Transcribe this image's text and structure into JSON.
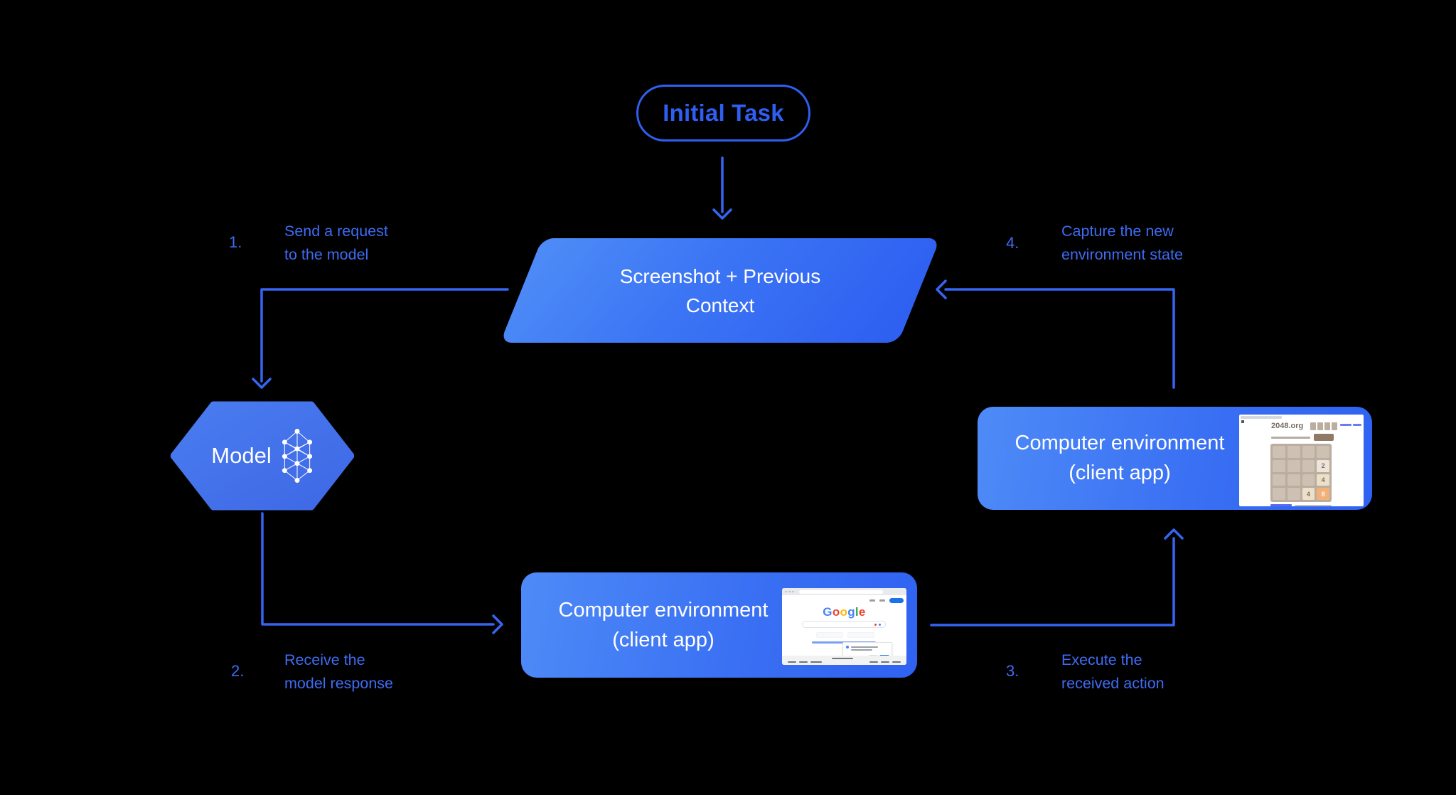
{
  "colors": {
    "background": "#000000",
    "arrow_blue": "#3565f2",
    "label_blue": "#3e6cf3",
    "pill_blue": "#2f5ff2",
    "node_gradient_start": "#4e8bf7",
    "node_gradient_end": "#2f62f1",
    "node_text": "#ffffff"
  },
  "nodes": {
    "initial_task": {
      "label": "Initial Task"
    },
    "screenshot_context": {
      "line1": "Screenshot + Previous",
      "line2": "Context"
    },
    "model": {
      "label": "Model",
      "icon": "neural-network-icon"
    },
    "env_bottom": {
      "line1": "Computer environment",
      "line2": "(client app)",
      "thumbnail": "google-search-page"
    },
    "env_right": {
      "line1": "Computer environment",
      "line2": "(client app)",
      "thumbnail": "2048-game-page"
    }
  },
  "steps": [
    {
      "num": "1.",
      "line1": "Send a request",
      "line2": "to the model"
    },
    {
      "num": "2.",
      "line1": "Receive the",
      "line2": "model response"
    },
    {
      "num": "3.",
      "line1": "Execute the",
      "line2": "received action"
    },
    {
      "num": "4.",
      "line1": "Capture the new",
      "line2": "environment state"
    }
  ],
  "thumbnails": {
    "google": {
      "logo_text": "Google",
      "logo_colors": [
        "#4285F4",
        "#EA4335",
        "#FBBC05",
        "#4285F4",
        "#34A853",
        "#EA4335"
      ],
      "button_color": "#1a73e8"
    },
    "game2048": {
      "title": "2048.org",
      "board_color": "#bbada0",
      "cell_color": "#cdc1b4",
      "tiles": [
        {
          "r": 2,
          "c": 4,
          "v": "2",
          "bg": "#eee4da",
          "fg": "#776e65"
        },
        {
          "r": 3,
          "c": 4,
          "v": "4",
          "bg": "#ede0c8",
          "fg": "#776e65"
        },
        {
          "r": 4,
          "c": 3,
          "v": "4",
          "bg": "#ede0c8",
          "fg": "#776e65"
        },
        {
          "r": 4,
          "c": 4,
          "v": "8",
          "bg": "#f2b179",
          "fg": "#f9f6f2"
        }
      ]
    }
  }
}
